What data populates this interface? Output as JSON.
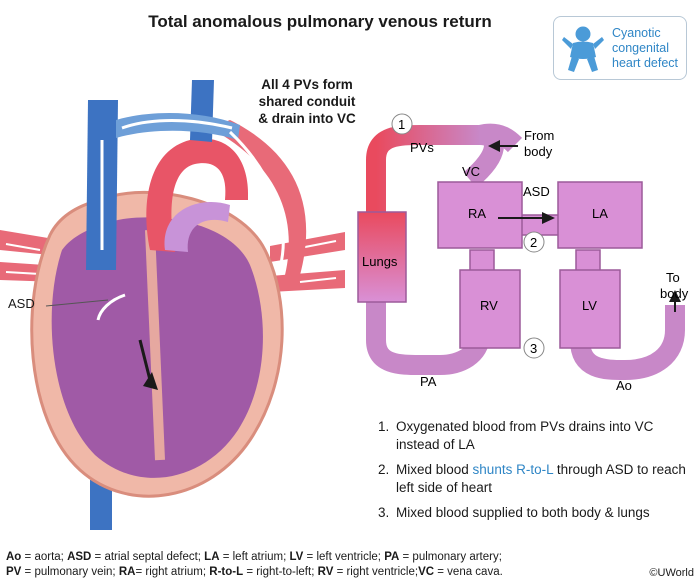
{
  "title": "Total anomalous pulmonary venous return",
  "badge": {
    "line1": "Cyanotic",
    "line2": "congenital",
    "line3": "heart defect",
    "icon": "baby-icon",
    "color": "#2f86c6"
  },
  "heart": {
    "conduit_note": [
      "All 4 PVs form",
      "shared conduit",
      "& drain into VC"
    ],
    "asd_label": "ASD"
  },
  "flow": {
    "pvs": "PVs",
    "vc": "VC",
    "from_body": [
      "From",
      "body"
    ],
    "asd": "ASD",
    "ra": "RA",
    "la": "LA",
    "lungs": "Lungs",
    "rv": "RV",
    "lv": "LV",
    "pa": "PA",
    "ao": "Ao",
    "to_body": [
      "To",
      "body"
    ],
    "markers": [
      "1",
      "2",
      "3"
    ],
    "colors": {
      "chamber": "#d990d6",
      "chamber_stroke": "#9c5a9a",
      "oxygenated": "#e94a5e",
      "mixed": "#c888c8"
    }
  },
  "steps": [
    {
      "num": "1.",
      "before": "Oxygenated blood from PVs drains into VC instead of LA",
      "highlight": "",
      "after": ""
    },
    {
      "num": "2.",
      "before": "Mixed blood ",
      "highlight": "shunts R-to-L",
      "after": " through ASD to reach left side of heart"
    },
    {
      "num": "3.",
      "before": "Mixed blood supplied to both body & lungs",
      "highlight": "",
      "after": ""
    }
  ],
  "footer": {
    "line1": [
      {
        "abbr": "Ao",
        "def": " = aorta; "
      },
      {
        "abbr": "ASD",
        "def": " = atrial septal defect; "
      },
      {
        "abbr": "LA",
        "def": " = left atrium; "
      },
      {
        "abbr": "LV",
        "def": " = left ventricle; "
      },
      {
        "abbr": "PA",
        "def": " = pulmonary artery;"
      }
    ],
    "line2": [
      {
        "abbr": "PV",
        "def": " = pulmonary vein; "
      },
      {
        "abbr": "RA",
        "def": "= right atrium; "
      },
      {
        "abbr": "R-to-L",
        "def": " = right-to-left; "
      },
      {
        "abbr": "RV",
        "def": " = right ventricle;"
      },
      {
        "abbr": "VC",
        "def": " = vena cava."
      }
    ]
  },
  "copyright": "©UWorld"
}
